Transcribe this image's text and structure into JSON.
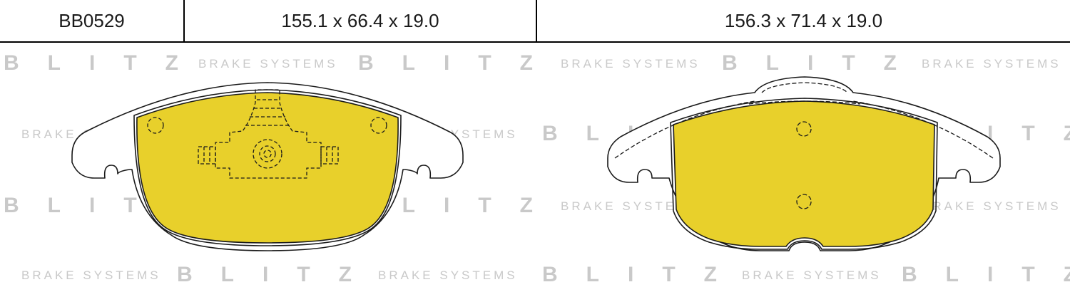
{
  "header": {
    "part_number": "BB0529",
    "pad1_dimensions": "155.1 x 66.4 x 19.0",
    "pad2_dimensions": "156.3 x 71.4 x 19.0"
  },
  "watermark": {
    "brand": "BLITZ",
    "subtitle": "BRAKE SYSTEMS"
  },
  "colors": {
    "friction_material": "#E8D02B",
    "outline": "#1a1a1a",
    "watermark": "#c9c9c9"
  }
}
